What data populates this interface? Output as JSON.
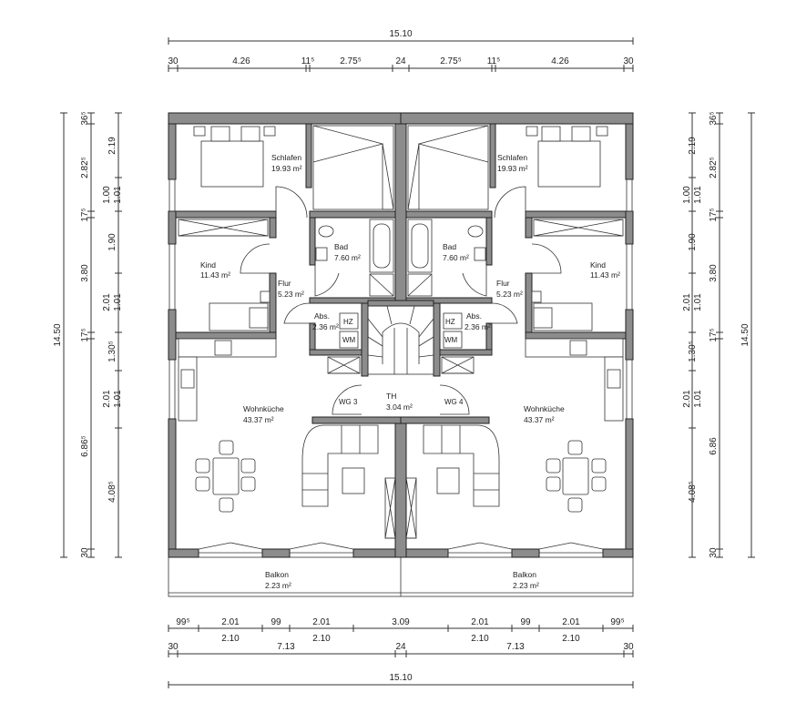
{
  "dimensions": {
    "top": {
      "overall": "15.10",
      "chain": [
        "30",
        "4.26",
        "11⁵",
        "2.75⁵",
        "24",
        "2.75⁵",
        "11⁵",
        "4.26",
        "30"
      ]
    },
    "bottom": {
      "openings": [
        "99⁵",
        "2.01",
        "99",
        "2.01",
        "3.09",
        "2.01",
        "99",
        "2.01",
        "99⁵"
      ],
      "heights": [
        "2.10",
        "2.10",
        "2.10",
        "2.10"
      ],
      "chain": [
        "30",
        "7.13",
        "24",
        "7.13",
        "30"
      ],
      "overall": "15.10"
    },
    "left": {
      "overall": "14.50",
      "chain": [
        "36⁵",
        "2.82⁵",
        "17⁵",
        "3.80",
        "17⁵",
        "6.86⁵",
        "30"
      ],
      "openings": [
        "2.19",
        "1.00",
        "1.01",
        "1.90",
        "2.01",
        "1.01",
        "1.30⁵",
        "2.01",
        "1.01",
        "4.08⁵"
      ]
    },
    "right": {
      "overall": "14.50",
      "chain": [
        "36⁵",
        "2.82⁵",
        "17⁵",
        "3.80",
        "17⁵",
        "6.86",
        "30"
      ],
      "openings": [
        "2.19",
        "1.00",
        "1.01",
        "1.90",
        "2.01",
        "1.01",
        "1.30⁵",
        "2.01",
        "1.01",
        "4.08⁵"
      ]
    }
  },
  "rooms": {
    "left": {
      "schlafen": {
        "name": "Schlafen",
        "area": "19.93 m²"
      },
      "kind": {
        "name": "Kind",
        "area": "11.43 m²"
      },
      "bad": {
        "name": "Bad",
        "area": "7.60 m²"
      },
      "flur": {
        "name": "Flur",
        "area": "5.23 m²"
      },
      "abs": {
        "name": "Abs.",
        "area": "2.36 m²"
      },
      "wohnkueche": {
        "name": "Wohnküche",
        "area": "43.37 m²"
      },
      "balkon": {
        "name": "Balkon",
        "area": "2.23 m²"
      },
      "hz": "HZ",
      "wm": "WM",
      "wg": "WG 3"
    },
    "right": {
      "schlafen": {
        "name": "Schlafen",
        "area": "19.93 m²"
      },
      "kind": {
        "name": "Kind",
        "area": "11.43 m²"
      },
      "bad": {
        "name": "Bad",
        "area": "7.60 m²"
      },
      "flur": {
        "name": "Flur",
        "area": "5.23 m²"
      },
      "abs": {
        "name": "Abs.",
        "area": "2.36 m²"
      },
      "wohnkueche": {
        "name": "Wohnküche",
        "area": "43.37 m²"
      },
      "balkon": {
        "name": "Balkon",
        "area": "2.23 m²"
      },
      "hz": "HZ",
      "wm": "WM",
      "wg": "WG 4"
    },
    "center": {
      "th": {
        "name": "TH",
        "area": "3.04 m²"
      }
    }
  }
}
